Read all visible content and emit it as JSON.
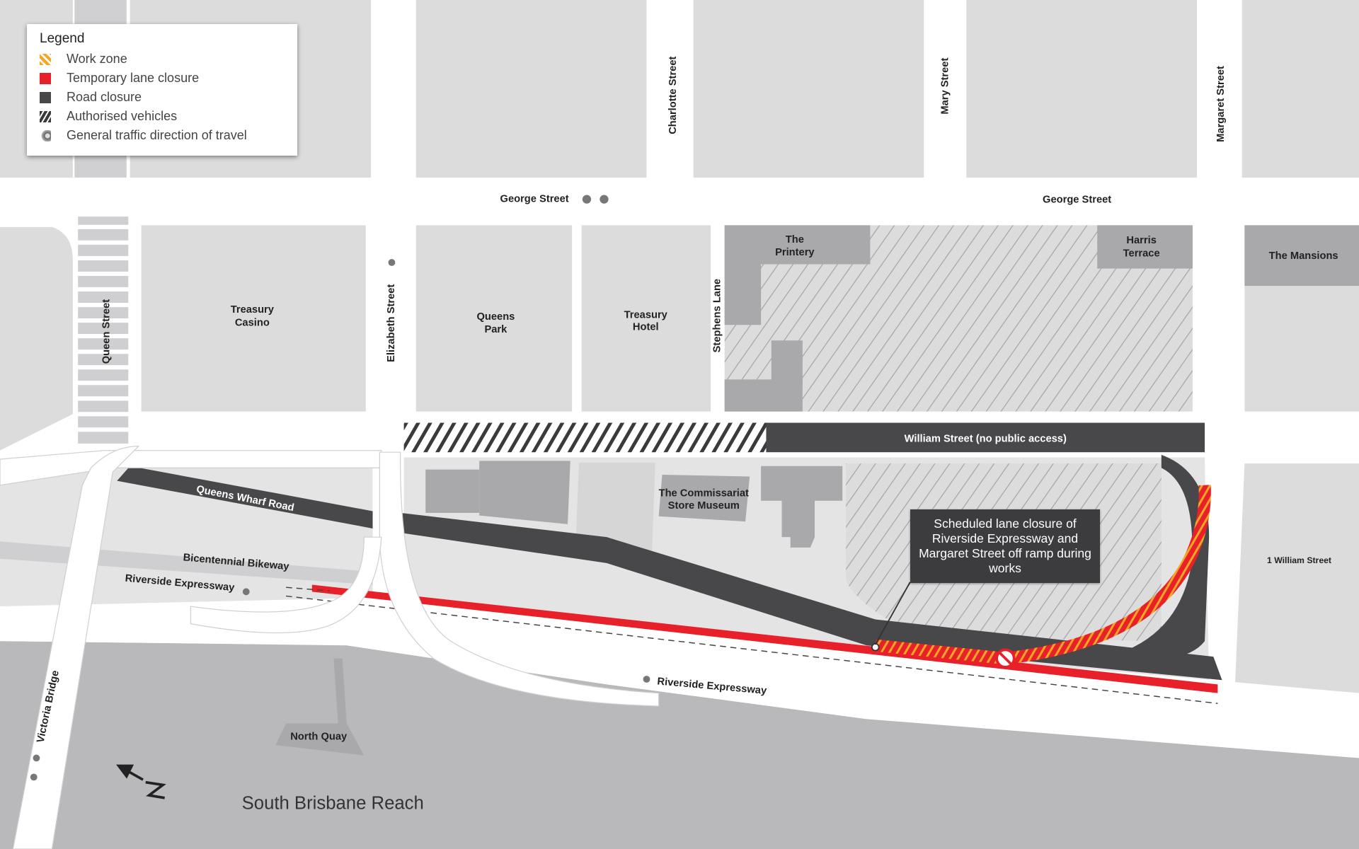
{
  "legend": {
    "title": "Legend",
    "items": [
      {
        "icon": "work-zone-hatch-icon",
        "label": "Work zone"
      },
      {
        "icon": "red-square-icon",
        "label": "Temporary lane closure"
      },
      {
        "icon": "dark-square-icon",
        "label": "Road closure"
      },
      {
        "icon": "diagonal-stripes-icon",
        "label": "Authorised vehicles"
      },
      {
        "icon": "direction-arrow-icon",
        "label": "General traffic direction of travel"
      }
    ]
  },
  "streets": {
    "charlotte": "Charlotte Street",
    "mary": "Mary Street",
    "margaret": "Margaret Street",
    "george_left": "George Street",
    "george_right": "George Street",
    "queen": "Queen Street",
    "elizabeth": "Elizabeth Street",
    "stephens": "Stephens Lane",
    "william": "William Street (no public access)",
    "queens_wharf": "Queens Wharf Road",
    "bikeway": "Bicentennial Bikeway",
    "riverside_left": "Riverside Expressway",
    "riverside_main": "Riverside Expressway",
    "victoria_bridge": "Victoria Bridge"
  },
  "places": {
    "treasury_casino": [
      "Treasury",
      "Casino"
    ],
    "queens_park": [
      "Queens",
      "Park"
    ],
    "treasury_hotel": [
      "Treasury",
      "Hotel"
    ],
    "printery": [
      "The",
      "Printery"
    ],
    "harris_terrace": [
      "Harris",
      "Terrace"
    ],
    "mansions": "The Mansions",
    "commissariat": [
      "The Commissariat",
      "Store Museum"
    ],
    "one_william": "1 William Street",
    "north_quay": "North Quay",
    "river": "South Brisbane Reach"
  },
  "callout": {
    "text": "Scheduled lane closure of Riverside Expressway and Margaret Street off ramp during works"
  },
  "colors": {
    "work_zone_orange": "#f5a623",
    "lane_closure_red": "#e8202a",
    "road_closure_dark": "#48484a",
    "block_gray": "#dcdcdd",
    "building_gray": "#a9a9ab",
    "river_gray": "#b9b9bb"
  }
}
